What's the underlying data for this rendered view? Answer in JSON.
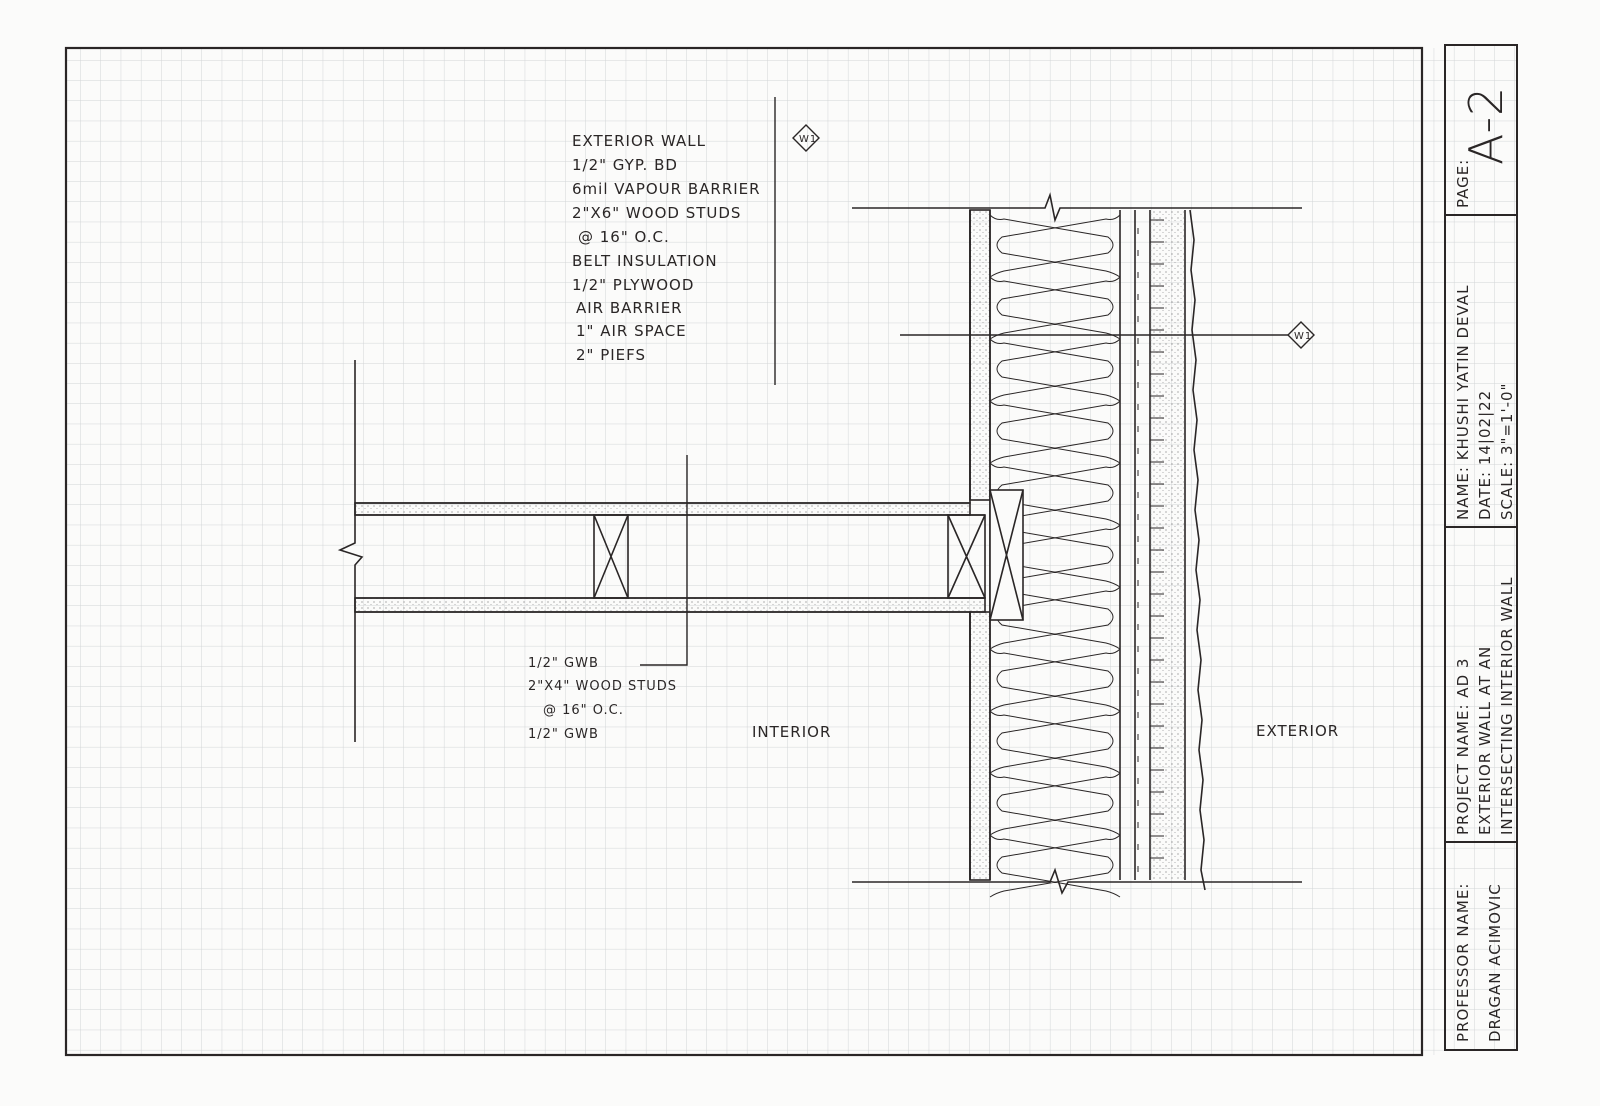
{
  "notes": {
    "exterior_wall": [
      "EXTERIOR WALL",
      "1/2\" GYP. BD",
      "6mil VAPOUR BARRIER",
      "2\"X6\" WOOD STUDS",
      "@ 16\" O.C.",
      "BELT INSULATION",
      "1/2\" PLYWOOD",
      "AIR BARRIER",
      "1\" AIR SPACE",
      "2\" PIEFS"
    ],
    "interior_wall": [
      "1/2\" GWB",
      "2\"X4\" WOOD STUDS",
      "@ 16\" O.C.",
      "1/2\" GWB"
    ]
  },
  "tags": {
    "w1_top": "W1",
    "w1_right": "W1"
  },
  "labels": {
    "interior": "INTERIOR",
    "exterior": "EXTERIOR"
  },
  "title_block": {
    "page_label": "PAGE:",
    "page_value": "A-2",
    "name": "NAME: KHUSHI YATIN DEVAL",
    "date": "DATE: 14|02|22",
    "scale": "SCALE: 3\"=1'-0\"",
    "project": "PROJECT NAME: AD 3",
    "title_line1": "EXTERIOR WALL AT AN",
    "title_line2": "INTERSECTING INTERIOR WALL",
    "professor_label": "PROFESSOR NAME:",
    "professor": "DRAGAN ACIMOVIC"
  }
}
